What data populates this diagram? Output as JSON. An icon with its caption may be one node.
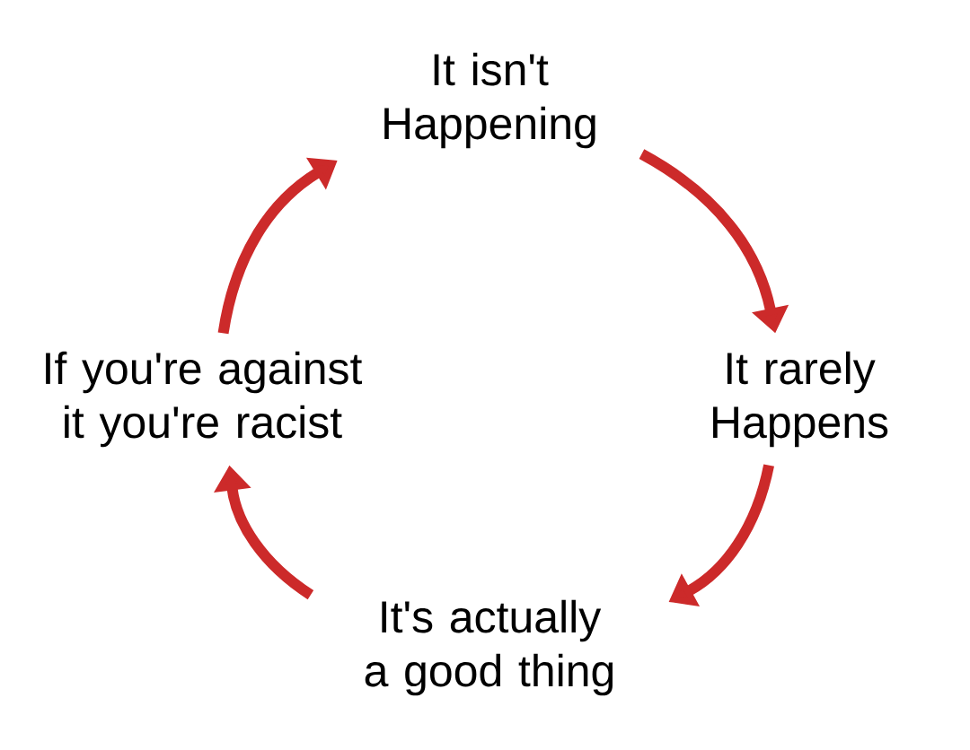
{
  "diagram": {
    "nodes": [
      {
        "text": [
          "It isn't Happening"
        ]
      },
      {
        "text": [
          "It rarely Happens"
        ]
      },
      {
        "text": [
          "It's actually a good thing"
        ]
      },
      {
        "text": [
          "If you're against it you're racist"
        ]
      }
    ],
    "edges": [
      {
        "from": 0,
        "to": 1,
        "arrow": "to"
      },
      {
        "from": 1,
        "to": 2,
        "arrow": "to"
      },
      {
        "from": 2,
        "to": 3,
        "arrow": "to"
      },
      {
        "from": 3,
        "to": 0,
        "arrow": "to"
      }
    ]
  }
}
